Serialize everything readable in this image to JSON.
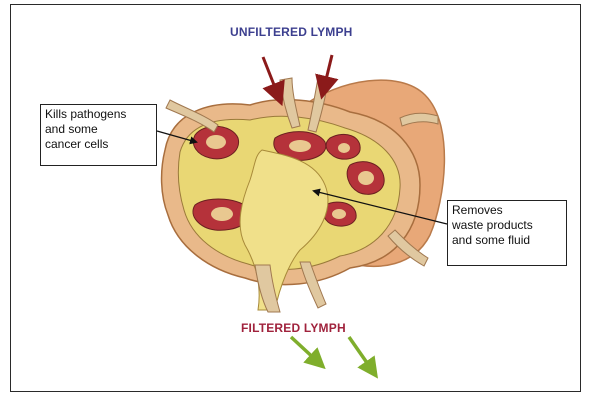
{
  "labels": {
    "top": "UNFILTERED LYMPH",
    "bottom": "FILTERED LYMPH"
  },
  "callouts": {
    "left": [
      "Kills pathogens",
      "and some",
      "cancer cells"
    ],
    "right": [
      "Removes",
      "waste products",
      "and some fluid"
    ]
  },
  "colors": {
    "unfiltered_text": "#3c3f8f",
    "filtered_text": "#a0223c",
    "input_arrow": "#8b1a1a",
    "output_arrow": "#7fae2c",
    "capsule": "#e8a878",
    "tissue": "#e9d774",
    "follicle": "#b5323a"
  },
  "icons": {
    "input_arrows": "down-arrow-icon",
    "output_arrows": "down-right-arrow-icon"
  }
}
